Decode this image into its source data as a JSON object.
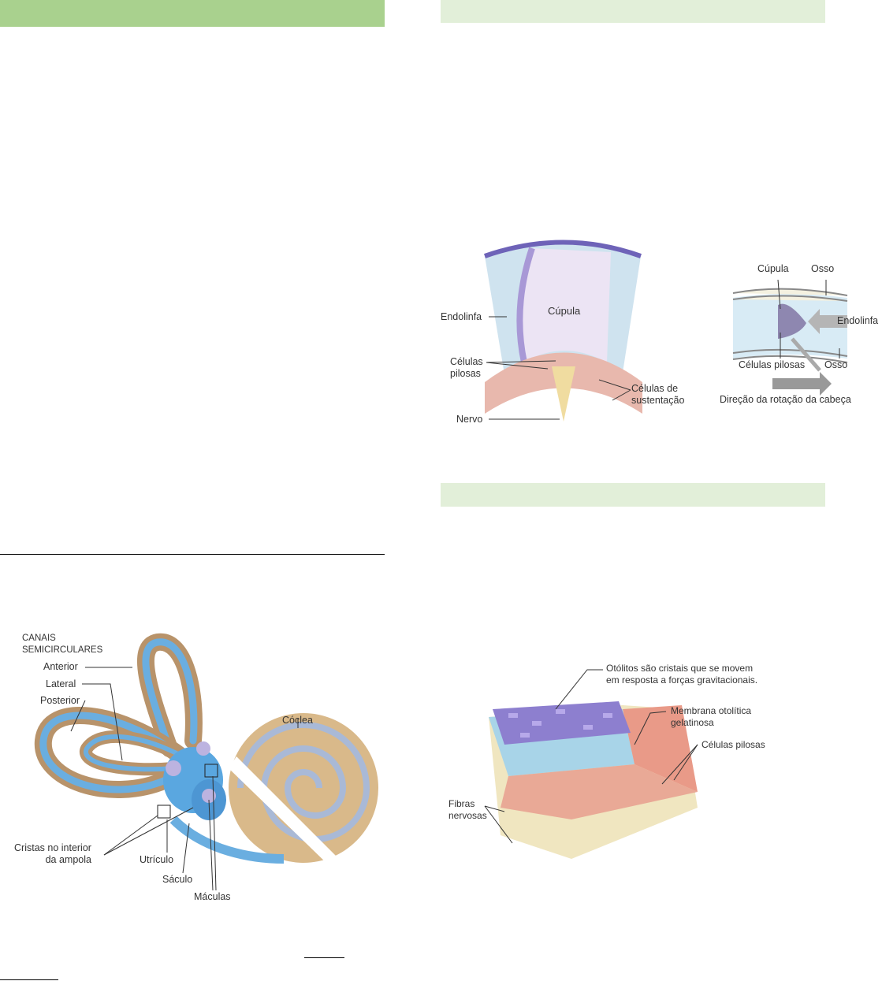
{
  "colors": {
    "header_dark": "#a9d18e",
    "header_light": "#e2efd9"
  },
  "figure_ear": {
    "canais_title": "CANAIS\nSEMICIRCULARES",
    "anterior": "Anterior",
    "lateral": "Lateral",
    "posterior": "Posterior",
    "coclea": "Cóclea",
    "cristas": "Cristas no interior\nda ampola",
    "utriculo": "Utrículo",
    "saculo": "Sáculo",
    "maculas": "Máculas"
  },
  "figure_cupula": {
    "endolinfa": "Endolinfa",
    "cupula": "Cúpula",
    "celulas_pilosas": "Células\npilosas",
    "celulas_sustentacao": "Células de\nsustentação",
    "nervo": "Nervo"
  },
  "figure_rotation": {
    "cupula": "Cúpula",
    "osso_top": "Osso",
    "endolinfa": "Endolinfa",
    "celulas_pilosas": "Células pilosas",
    "osso_bottom": "Osso",
    "direcao": "Direção da rotação da cabeça"
  },
  "figure_otolith": {
    "otolitos": "Otólitos são cristais que se movem\nem resposta a forças gravitacionais.",
    "membrana": "Membrana otolítica\ngelatinosa",
    "celulas_pilosas": "Células pilosas",
    "fibras": "Fibras\nnervosas"
  }
}
